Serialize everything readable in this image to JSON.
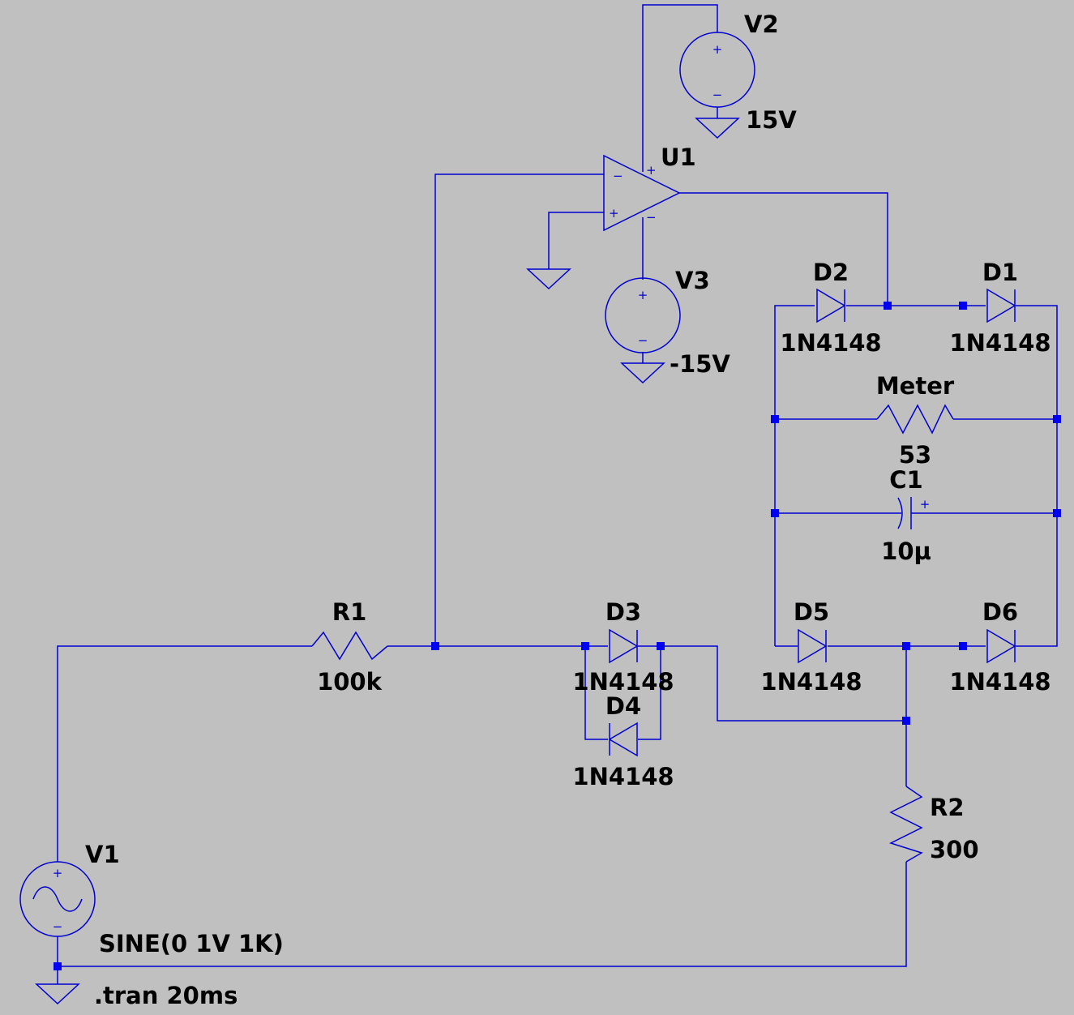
{
  "components": {
    "v1": {
      "name": "V1",
      "value": "SINE(0 1V 1K)"
    },
    "v2": {
      "name": "V2",
      "value": "15V"
    },
    "v3": {
      "name": "V3",
      "value": "-15V"
    },
    "u1": {
      "name": "U1"
    },
    "r1": {
      "name": "R1",
      "value": "100k"
    },
    "r2": {
      "name": "R2",
      "value": "300"
    },
    "meter": {
      "name": "Meter",
      "value": "53"
    },
    "c1": {
      "name": "C1",
      "value": "10µ"
    },
    "d1": {
      "name": "D1",
      "value": "1N4148"
    },
    "d2": {
      "name": "D2",
      "value": "1N4148"
    },
    "d3": {
      "name": "D3",
      "value": "1N4148"
    },
    "d4": {
      "name": "D4",
      "value": "1N4148"
    },
    "d5": {
      "name": "D5",
      "value": "1N4148"
    },
    "d6": {
      "name": "D6",
      "value": "1N4148"
    }
  },
  "directive": ".tran 20ms",
  "symbols": {
    "plus": "+",
    "minus": "−"
  },
  "colors": {
    "background": "#c0c0c0",
    "wire": "#0000d0",
    "junction": "#0000f0"
  }
}
